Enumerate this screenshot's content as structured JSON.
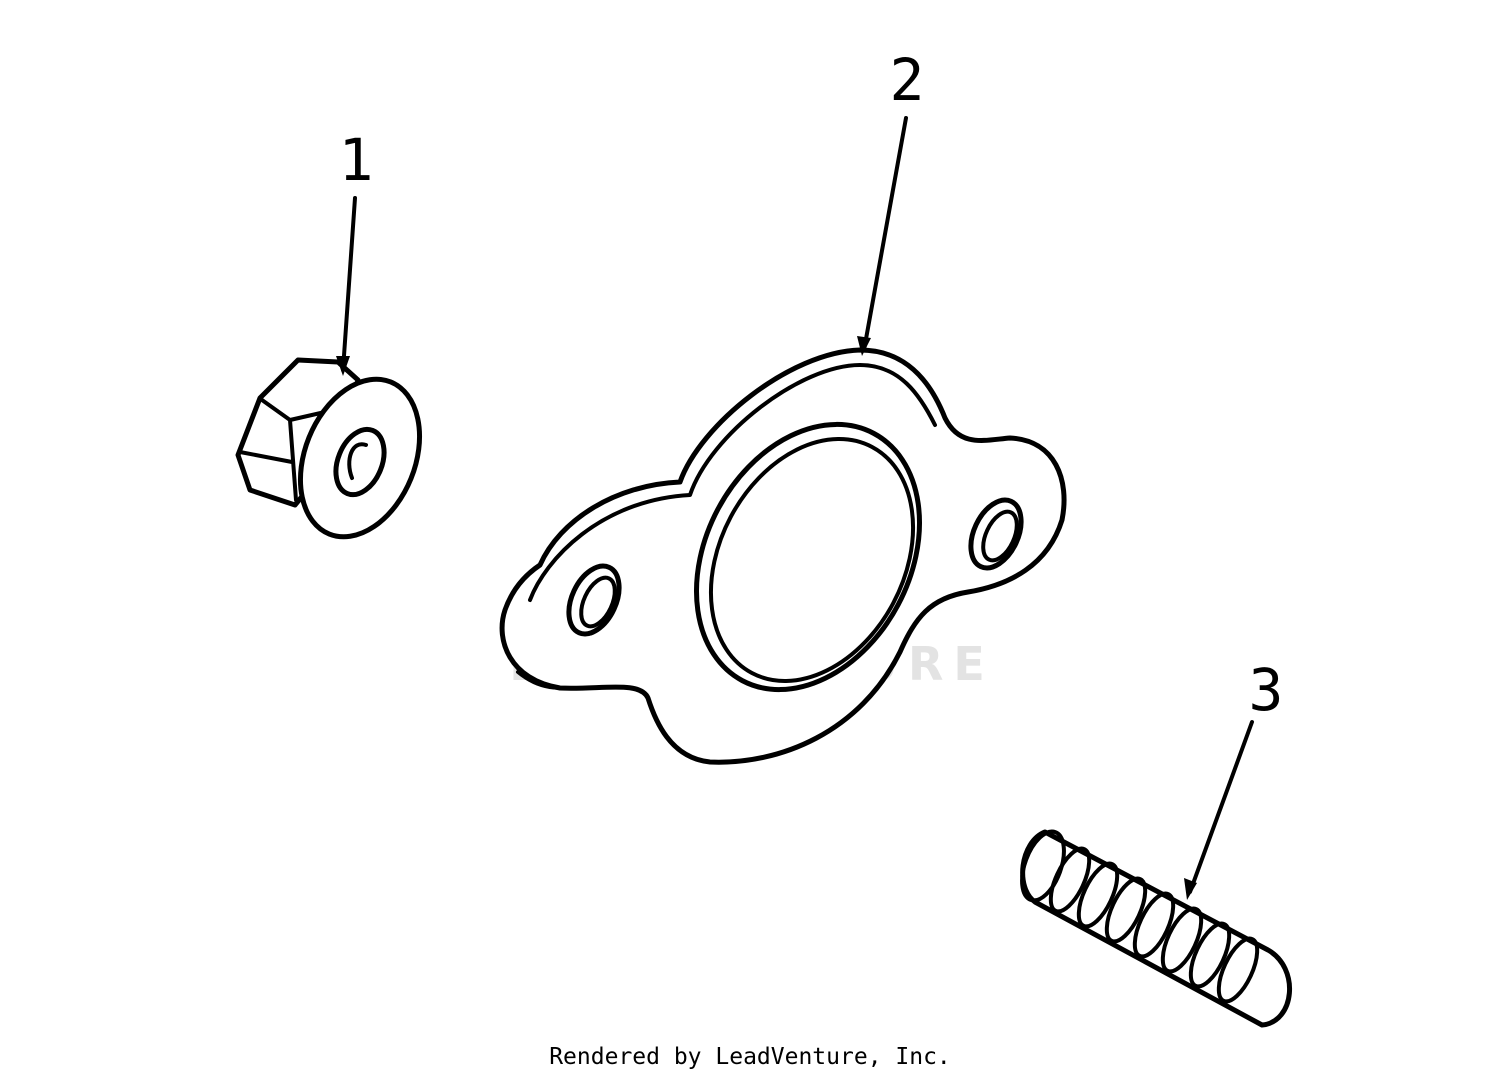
{
  "callouts": [
    {
      "label": "1",
      "part": "flange-nut"
    },
    {
      "label": "2",
      "part": "gasket"
    },
    {
      "label": "3",
      "part": "stud"
    }
  ],
  "watermark": {
    "text": "LEADVENTURE"
  },
  "footer": {
    "credit": "Rendered by LeadVenture, Inc."
  },
  "colors": {
    "line": "#000000",
    "background": "#ffffff",
    "watermark": "#e3e3e3"
  }
}
